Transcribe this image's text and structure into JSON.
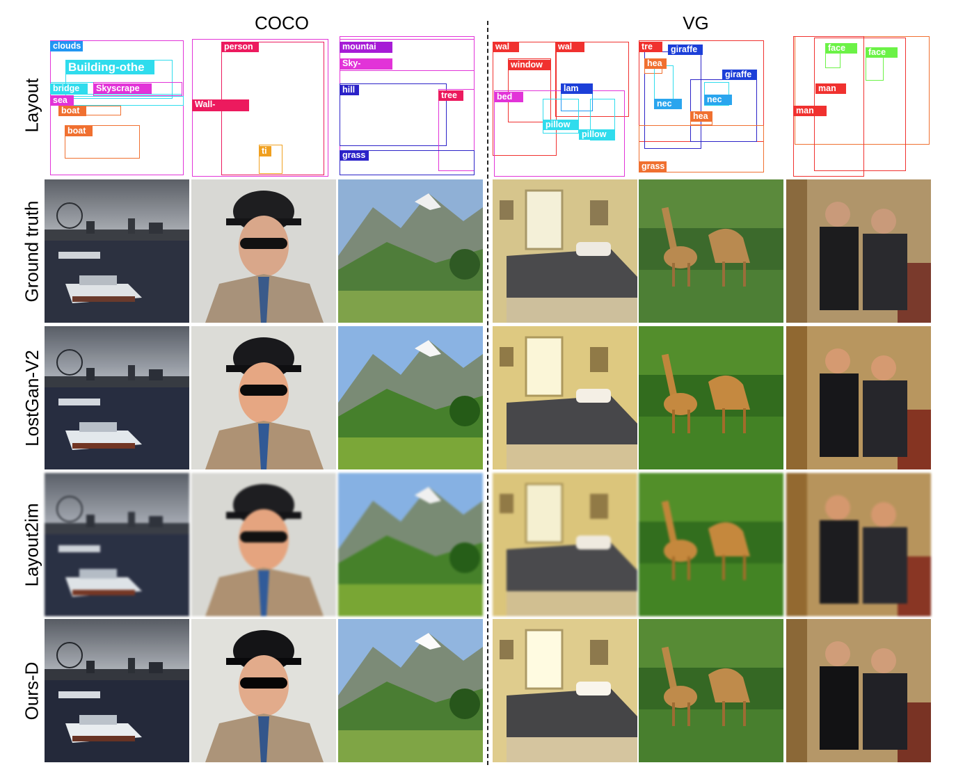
{
  "figure": {
    "groups": [
      "COCO",
      "VG"
    ],
    "row_labels": [
      "Layout",
      "Ground truth",
      "LostGan-V2",
      "Layout2im",
      "Ours-D"
    ],
    "colors": {
      "red": "#f0312f",
      "magenta": "#e233d8",
      "pink": "#ec1a5e",
      "blue": "#2196f3",
      "cyan": "#2fdced",
      "orange": "#f07030",
      "navy": "#2b22c8",
      "gold": "#f0a020",
      "green": "#6bf246",
      "purple": "#a61cd6",
      "royal": "#1c3fd8",
      "sky": "#2aa5ee"
    },
    "layouts": [
      {
        "name": "coco-1",
        "labels": [
          "clouds",
          "Building-othe",
          "bridge",
          "Skyscrape",
          "sea",
          "boat",
          "boat"
        ]
      },
      {
        "name": "coco-2",
        "labels": [
          "person",
          "Wall-",
          "ti"
        ]
      },
      {
        "name": "coco-3",
        "labels": [
          "mountai",
          "Sky-",
          "hill",
          "tree",
          "grass"
        ]
      },
      {
        "name": "vg-1",
        "labels": [
          "wal",
          "wal",
          "window",
          "bed",
          "lam",
          "pillow",
          "pillow"
        ]
      },
      {
        "name": "vg-2",
        "labels": [
          "tre",
          "giraffe",
          "hea",
          "giraffe",
          "nec",
          "nec",
          "hea",
          "grass"
        ]
      },
      {
        "name": "vg-3",
        "labels": [
          "face",
          "face",
          "man",
          "man"
        ]
      }
    ],
    "image_scenes": [
      [
        "river-boats",
        "man-in-hat",
        "mountain-valley",
        "bedroom",
        "giraffes",
        "two-men"
      ],
      [
        "river-boats",
        "man-in-hat",
        "mountain-valley",
        "bedroom",
        "giraffes",
        "two-men"
      ],
      [
        "river-boats",
        "man-in-hat",
        "mountain-valley",
        "bedroom",
        "giraffes",
        "two-men"
      ],
      [
        "river-boats",
        "man-in-hat",
        "mountain-valley",
        "bedroom",
        "giraffes",
        "two-men"
      ]
    ]
  }
}
